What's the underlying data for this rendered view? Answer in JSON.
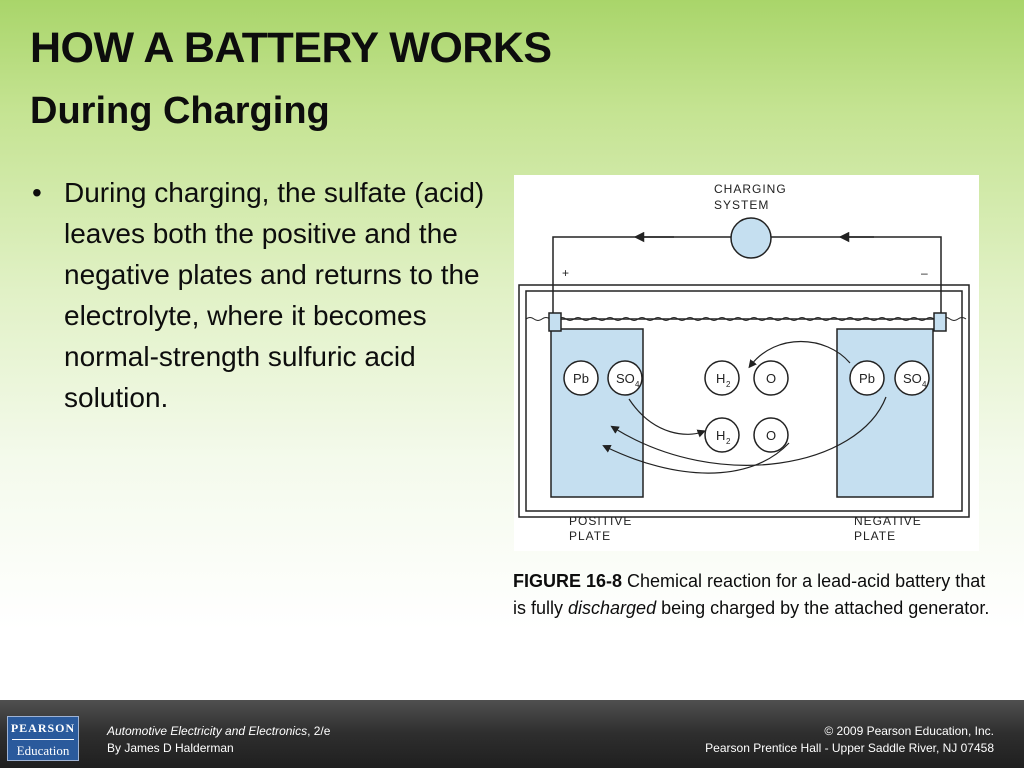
{
  "slide": {
    "title": "HOW A BATTERY WORKS",
    "subtitle": "During Charging",
    "bullets": [
      "During charging, the sulfate (acid) leaves both the positive and the negative plates and returns to the electrolyte, where it becomes normal-strength sulfuric acid solution."
    ],
    "bullet_symbol": "•"
  },
  "figure": {
    "charging_label_1": "CHARGING",
    "charging_label_2": "SYSTEM",
    "plus": "+",
    "minus": "–",
    "positive_label_1": "POSITIVE",
    "positive_label_2": "PLATE",
    "negative_label_1": "NEGATIVE",
    "negative_label_2": "PLATE",
    "pb": "Pb",
    "so": "SO",
    "so_sub": "4",
    "h": "H",
    "h_sub": "2",
    "o": "O",
    "plate_color": "#c5dff0"
  },
  "caption": {
    "figure_number": "FIGURE 16-8",
    "text_1": " Chemical reaction for a lead-acid battery that is fully ",
    "emphasis": "discharged",
    "text_2": " being charged by the attached generator."
  },
  "footer": {
    "logo_top": "PEARSON",
    "logo_bottom": "Education",
    "book_title": "Automotive Electricity and Electronics",
    "edition": ", 2/e",
    "author": "By James D Halderman",
    "copyright": "© 2009 Pearson Education, Inc.",
    "publisher": "Pearson Prentice Hall - Upper Saddle River, NJ 07458"
  }
}
